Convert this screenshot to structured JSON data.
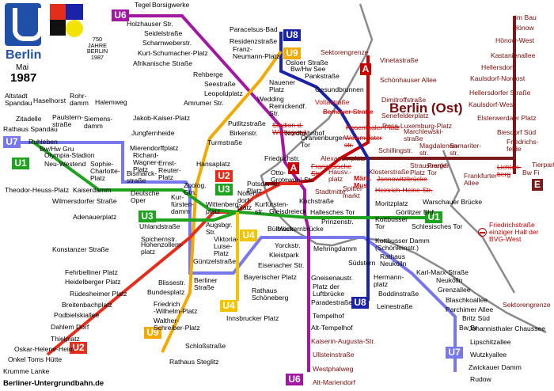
{
  "brand": {
    "city": "Berlin",
    "month": "Mai",
    "year": "1987",
    "jubilee": "750\nJAHRE\nBERLIN\n1987"
  },
  "ost_title": "Berlin (Ost)",
  "footer": "Berliner-Untergrundbahn.de",
  "legend": "Friedrichstraße\neinziger Halt\nder BVG-West",
  "colors": {
    "U1": "#1fa31f",
    "U2": "#e52d1b",
    "U3": "#1fa31f",
    "U4": "#f2c400",
    "U5": "#8b2a1a",
    "U6": "#a318a3",
    "U7": "#7777ee",
    "U8": "#1a23a8",
    "U9": "#f2a900",
    "A": "#cc0000",
    "E": "#7a1a1a"
  },
  "badges": [
    {
      "text": "U6",
      "color": "U6"
    },
    {
      "text": "U8",
      "color": "U8"
    },
    {
      "text": "U9",
      "color": "U9"
    },
    {
      "text": "A",
      "color": "A"
    },
    {
      "text": "U7",
      "color": "U7"
    },
    {
      "text": "U1",
      "color": "U1"
    },
    {
      "text": "U2",
      "color": "U2"
    },
    {
      "text": "U3",
      "color": "U3"
    },
    {
      "text": "U3",
      "color": "U3"
    },
    {
      "text": "A",
      "color": "A"
    },
    {
      "text": "U4",
      "color": "U4"
    },
    {
      "text": "U4",
      "color": "U4"
    },
    {
      "text": "U1",
      "color": "U1"
    },
    {
      "text": "U8",
      "color": "U8"
    },
    {
      "text": "U9",
      "color": "U9"
    },
    {
      "text": "U6",
      "color": "U6"
    },
    {
      "text": "U2",
      "color": "U2"
    },
    {
      "text": "U7",
      "color": "U7"
    },
    {
      "text": "E",
      "color": "E"
    }
  ],
  "labels": [
    {
      "t": "Tegel"
    },
    {
      "t": "Borsigwerke"
    },
    {
      "t": "Holzhauser Str."
    },
    {
      "t": "Seidelstraße"
    },
    {
      "t": "Scharnweberstr."
    },
    {
      "t": "Kurt-Schumacher-Platz"
    },
    {
      "t": "Afrikanische Straße"
    },
    {
      "t": "Rehberge"
    },
    {
      "t": "Seestraße"
    },
    {
      "t": "Leopoldplatz"
    },
    {
      "t": "Amrumer Str."
    },
    {
      "t": "Paracelsus-Bad"
    },
    {
      "t": "Residenzstraße"
    },
    {
      "t": "Franz-\nNeumann-Platz"
    },
    {
      "t": "Osloer Straße"
    },
    {
      "t": "Bw/Hw See"
    },
    {
      "t": "Pankstraße"
    },
    {
      "t": "Gesundbrunnen"
    },
    {
      "t": "Nauener\nPlatz"
    },
    {
      "t": "Wedding"
    },
    {
      "t": "Reinickendf.\nStr."
    },
    {
      "t": "Putlitzstraße"
    },
    {
      "t": "Birkenstr."
    },
    {
      "t": "Turmstraße"
    },
    {
      "t": "Hansaplatz"
    },
    {
      "t": "Altstadt\nSpandau"
    },
    {
      "t": "Haselhorst"
    },
    {
      "t": "Rohr-\ndamm"
    },
    {
      "t": "Halemweg"
    },
    {
      "t": "Zitadelle"
    },
    {
      "t": "Paulstern-\nstraße"
    },
    {
      "t": "Siemens-\ndamm"
    },
    {
      "t": "Rathaus Spandau"
    },
    {
      "t": "Ruhleben"
    },
    {
      "t": "Bw/Hw Gru"
    },
    {
      "t": "Olympia-Stadion"
    },
    {
      "t": "Neu-Westend"
    },
    {
      "t": "Sophie-\nCharlotte-\nPlatz"
    },
    {
      "t": "Jakob-Kaiser-Platz"
    },
    {
      "t": "Jungfernheide"
    },
    {
      "t": "Mierendorffplatz"
    },
    {
      "t": "Richard-\nWagner-\nPlatz"
    },
    {
      "t": "Bismarck-\nstraße"
    },
    {
      "t": "Ernst-\nReuter-\nPlatz"
    },
    {
      "t": "Theodor-Heuss-Platz"
    },
    {
      "t": "Kaiserdamm"
    },
    {
      "t": "Wilmersdorfer Straße"
    },
    {
      "t": "Deutsche\nOper"
    },
    {
      "t": "Adenauerplatz"
    },
    {
      "t": "Konstanzer Straße"
    },
    {
      "t": "Zoolog.\nGtn."
    },
    {
      "t": "Kur-\nfürsten-\ndamm"
    },
    {
      "t": "Wittenberg-\nplatz"
    },
    {
      "t": "Nollen-\ndorf-\nplatz"
    },
    {
      "t": "Kurfürsten-\nstr."
    },
    {
      "t": "Gleisdreieck"
    },
    {
      "t": "Uhlandstraße"
    },
    {
      "t": "Augsbgr.\nStr."
    },
    {
      "t": "Spichernstr."
    },
    {
      "t": "Hohenzollern-\nplatz"
    },
    {
      "t": "Viktoria-\nLuise-\nPlatz"
    },
    {
      "t": "Güntzelstraße"
    },
    {
      "t": "Bülowstr."
    },
    {
      "t": "Yorckstr."
    },
    {
      "t": "Kleistpark"
    },
    {
      "t": "Eisenacher Str."
    },
    {
      "t": "Bayerischer Platz"
    },
    {
      "t": "Fehrbelliner Platz"
    },
    {
      "t": "Heidelberger Platz"
    },
    {
      "t": "Rüdesheimer Platz"
    },
    {
      "t": "Breitenbachplatz"
    },
    {
      "t": "Podbielskiallee"
    },
    {
      "t": "Dahlem Dorf"
    },
    {
      "t": "Thielplatz"
    },
    {
      "t": "Oskar-Helene-Heim"
    },
    {
      "t": "Onkel Toms Hütte"
    },
    {
      "t": "Krumme Lanke"
    },
    {
      "t": "Blissestr."
    },
    {
      "t": "Berliner\nStraße"
    },
    {
      "t": "Bundesplatz"
    },
    {
      "t": "Friedrich\n-Wilhelm-Platz"
    },
    {
      "t": "Walther-\nSchreiber-Platz"
    },
    {
      "t": "Schloßstraße"
    },
    {
      "t": "Rathaus Steglitz"
    },
    {
      "t": "Rathaus\nSchöneberg"
    },
    {
      "t": "Innsbrucker Platz"
    },
    {
      "t": "Möckernbrücke"
    },
    {
      "t": "Hallesches Tor"
    },
    {
      "t": "Prinzenstr."
    },
    {
      "t": "Mehringdamm"
    },
    {
      "t": "Kochstraße"
    },
    {
      "t": "Friedrichstr."
    },
    {
      "t": "Otto-\nGrotewohl-Str."
    },
    {
      "t": "Potsdamer\nPlatz"
    },
    {
      "t": "Kottbusser\nTor"
    },
    {
      "t": "Moritzplatz"
    },
    {
      "t": "Görlitzer Bhf"
    },
    {
      "t": "Schlesisches Tor"
    },
    {
      "t": "Kottbusser Damm\n(Schönleinstr.)"
    },
    {
      "t": "Rathaus\nNeukölln"
    },
    {
      "t": "Südstern"
    },
    {
      "t": "Hermann-\nplatz"
    },
    {
      "t": "Boddinstraße"
    },
    {
      "t": "Leinestraße"
    },
    {
      "t": "Karl-Marx-Straße"
    },
    {
      "t": "Neukölln"
    },
    {
      "t": "Grenzallee"
    },
    {
      "t": "Blaschkoallee"
    },
    {
      "t": "Parchimer Allee"
    },
    {
      "t": "Britz Süd"
    },
    {
      "t": "Bw Br"
    },
    {
      "t": "Johannisthaler Chaussee"
    },
    {
      "t": "Lipschitzallee"
    },
    {
      "t": "Wutzkyallee"
    },
    {
      "t": "Zwickauer Damm"
    },
    {
      "t": "Rudow"
    },
    {
      "t": "Gneisenaustr."
    },
    {
      "t": "Platz der\nLuftbrücke"
    },
    {
      "t": "Paradestraße"
    },
    {
      "t": "Tempelhof"
    },
    {
      "t": "Alt-Tempelhof"
    },
    {
      "t": "Kaiserin-Augusta-Str."
    },
    {
      "t": "Ullsteinstraße"
    },
    {
      "t": "Westphalweg"
    },
    {
      "t": "Alt-Mariendorf"
    },
    {
      "t": "Vinetastraße"
    },
    {
      "t": "Schönhauser Allee"
    },
    {
      "t": "Dimitroffstraße"
    },
    {
      "t": "Senefelderplatz"
    },
    {
      "t": "Rosa-Luxemburg-Platz"
    },
    {
      "t": "Alexanderplatz"
    },
    {
      "t": "Klosterstraße"
    },
    {
      "t": "Märk.\nMus."
    },
    {
      "t": "Spittel-\nmarkt"
    },
    {
      "t": "Stadtmitte"
    },
    {
      "t": "Hausv.-\nplatz"
    },
    {
      "t": "Marchlewski-\nstraße"
    },
    {
      "t": "Samariter-\nstr."
    },
    {
      "t": "Frankf.\nTor"
    },
    {
      "t": "Strausberger\nPlatz"
    },
    {
      "t": "Schillingstr."
    },
    {
      "t": "Frankfurter\nAllee"
    },
    {
      "t": "Magdalenen-\nstr."
    },
    {
      "t": "Lichten-\nberg"
    },
    {
      "t": "Friedrichs-\nfelde"
    },
    {
      "t": "Bw Fi"
    },
    {
      "t": "Tierpark"
    },
    {
      "t": "im Bau"
    },
    {
      "t": "Hönow"
    },
    {
      "t": "Hönow-West"
    },
    {
      "t": "Kastanienallee"
    },
    {
      "t": "Hellersdorf"
    },
    {
      "t": "Kaulsdorf-Nordost"
    },
    {
      "t": "Hellersdorfer Straße"
    },
    {
      "t": "Kaulsdorf-West"
    },
    {
      "t": "Elsterwerdaer Platz"
    },
    {
      "t": "Biesdorf Süd"
    },
    {
      "t": "Sektorengrenze"
    },
    {
      "t": "Sektorengrenze"
    },
    {
      "t": "Voltastraße"
    },
    {
      "t": "Bernauer Straße"
    },
    {
      "t": "Rosenthaler Platz"
    },
    {
      "t": "Weinmeister\nstr."
    },
    {
      "t": "Stadion d.\nWeltjugend"
    },
    {
      "t": "Nordbahnhof"
    },
    {
      "t": "Oranienburger\nTor"
    },
    {
      "t": "Französische\nStr."
    },
    {
      "t": "Jannowitzbrücke"
    },
    {
      "t": "Heinrich-Heine-Str."
    },
    {
      "t": "Warschauer Brücke"
    }
  ]
}
